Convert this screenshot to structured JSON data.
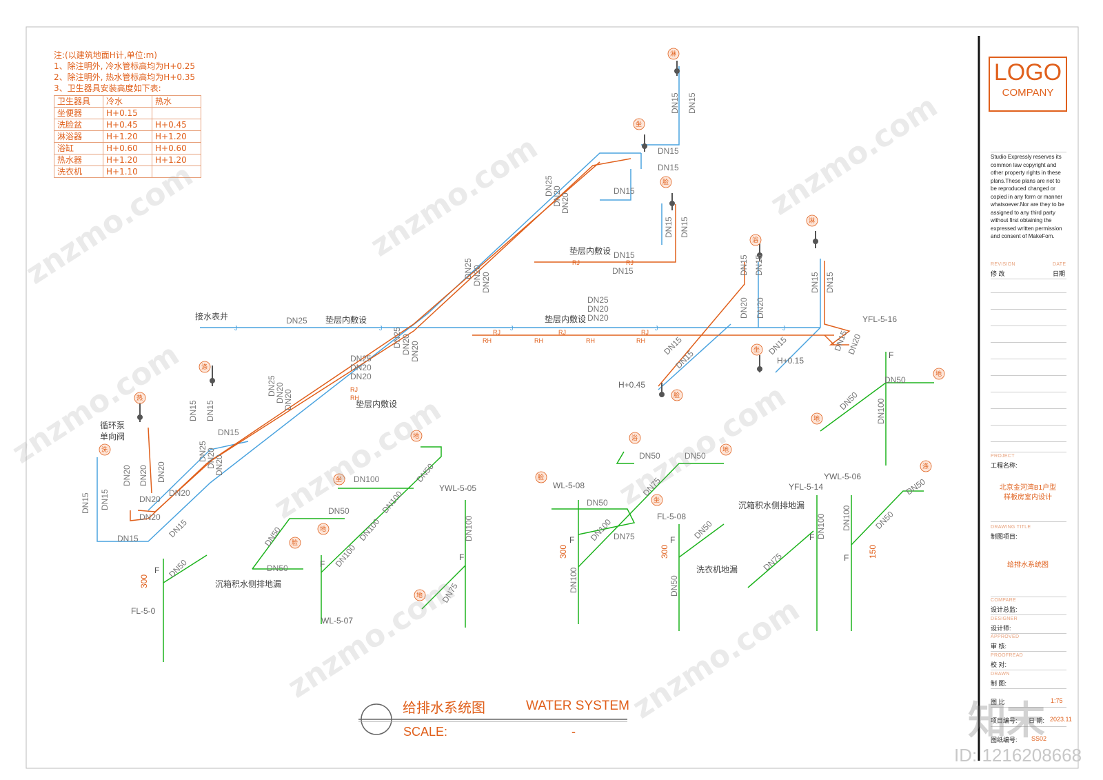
{
  "notes": {
    "heading": "注:(以建筑地面H计,单位:m)",
    "lines": [
      "1、除注明外, 冷水管标高均为H+0.25",
      "2、除注明外, 热水管标高均为H+0.35",
      "3、卫生器具安装高度如下表:"
    ],
    "table_header": [
      "卫生器具",
      "冷水",
      "热水"
    ],
    "table_rows": [
      [
        "坐便器",
        "H+0.15",
        ""
      ],
      [
        "洗脸盆",
        "H+0.45",
        "H+0.45"
      ],
      [
        "淋浴器",
        "H+1.20",
        "H+1.20"
      ],
      [
        "浴缸",
        "H+0.60",
        "H+0.60"
      ],
      [
        "热水器",
        "H+1.20",
        "H+1.20"
      ],
      [
        "洗衣机",
        "H+1.10",
        ""
      ]
    ]
  },
  "title_block": {
    "logo_big": "LOGO",
    "logo_small": "COMPANY",
    "copyright": "Studio Expressly reserves its common law copyright and other property rights in these plans.These plans are not to be reproduced changed or copied in any form or manner whatsoever.Nor are they to be assigned to any third party without first obtaining the expressed written permission and consent of MakeFom.",
    "revision_cap": "REVISION",
    "date_cap": "DATE",
    "revision_label": "修 改",
    "date_label": "日期",
    "project_cap": "PROJECT",
    "project_label": "工程名称:",
    "project_value_1": "北京金河湾B1户型",
    "project_value_2": "样板房室内设计",
    "drawing_title_cap": "DRAWING TITLE",
    "drawing_title_label": "制图项目:",
    "drawing_title_value": "给排水系统图",
    "compare_cap": "COMPARE",
    "compare_label": "设计总监:",
    "designer_cap": "DESIGNER",
    "designer_label": "设计师:",
    "approved_cap": "APPROVED",
    "approved_label": "审 核:",
    "proofread_cap": "PROOFREAD",
    "proofread_label": "校 对:",
    "drawn_cap": "DRAWN",
    "drawn_label": "制 图:",
    "scale_label": "图 比",
    "scale_value": "1:75",
    "item_label": "项目编号:",
    "date2_label": "日 期:",
    "date2_value": "2023.11",
    "drawing_no_label": "图纸编号:",
    "drawing_no_value": "SS02"
  },
  "drawing": {
    "title_cn": "给排水系统图",
    "title_en": "WATER SYSTEM",
    "scale_label": "SCALE:",
    "scale_value": "-"
  },
  "labels": {
    "water_meter": "接水表井",
    "floor_lay": "垫层内敷设",
    "pump": "循环泵",
    "check_valve": "单向阀",
    "floor_drain_side": "沉箱积水侧排地漏",
    "washer_drain": "洗衣机地漏",
    "elev_045": "H+0.45",
    "elev_015": "H+0.15",
    "YFL_5_16": "YFL-5-16",
    "YWL_5_05": "YWL-5-05",
    "WL_5_08": "WL-5-08",
    "FL_5_08": "FL-5-08",
    "YFL_5_14": "YFL-5-14",
    "YWL_5_06": "YWL-5-06",
    "FL_5_0x": "FL-5-0",
    "WL_5_07": "WL-5-07",
    "h300": "300",
    "h150": "150",
    "F": "F"
  },
  "fixtures": {
    "shower": "淋",
    "toilet": "坐",
    "basin": "脸",
    "bath": "浴",
    "heater": "热",
    "washer": "洗",
    "floor": "地",
    "mop": "涤"
  },
  "pipe_tags": {
    "cold": "J",
    "hot": "RJ",
    "hot_return": "RH",
    "DN15": "DN15",
    "DN20": "DN20",
    "DN25": "DN25",
    "DN50": "DN50",
    "DN75": "DN75",
    "DN100": "DN100"
  },
  "colors": {
    "cold": "#4aa3df",
    "hot": "#e0601c",
    "drain": "#1db31d",
    "dim": "#555555",
    "accent": "#e0601c"
  },
  "watermark": {
    "site": "znzmo.com",
    "brand": "知末",
    "id": "ID: 1216208668"
  }
}
